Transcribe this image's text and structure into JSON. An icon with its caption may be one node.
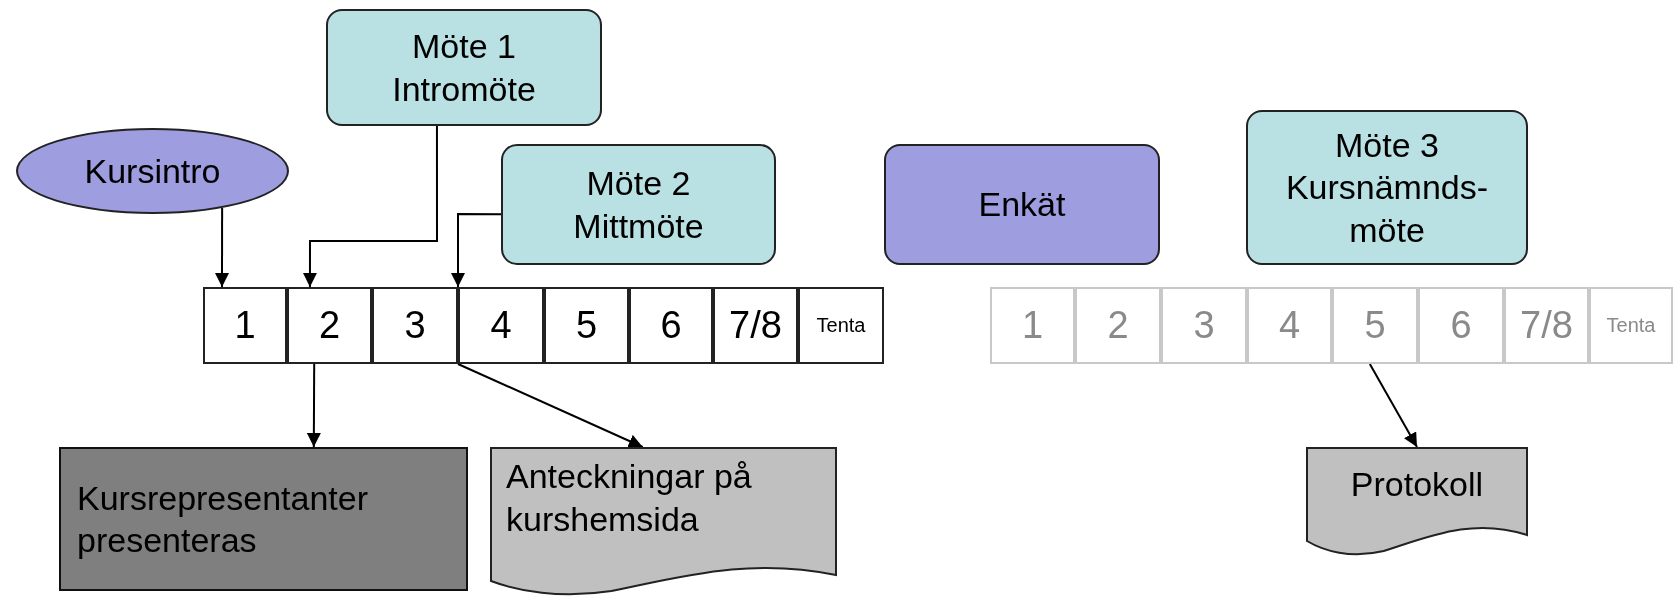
{
  "diagram": {
    "nodes": [
      {
        "text": [
          "Kursintro"
        ]
      },
      {
        "text": [
          "Möte 1 Intromöte"
        ]
      },
      {
        "text": [
          "Möte 2 Mittmöte"
        ]
      },
      {
        "text": [
          "Enkät"
        ]
      },
      {
        "text": [
          "Möte 3 Kursnämnds- möte"
        ]
      },
      {
        "text": [
          "1"
        ]
      },
      {
        "text": [
          "2"
        ]
      },
      {
        "text": [
          "3"
        ]
      },
      {
        "text": [
          "4"
        ]
      },
      {
        "text": [
          "5"
        ]
      },
      {
        "text": [
          "6"
        ]
      },
      {
        "text": [
          "7/8"
        ]
      },
      {
        "text": [
          "Tenta"
        ]
      },
      {
        "text": [
          "1"
        ]
      },
      {
        "text": [
          "2"
        ]
      },
      {
        "text": [
          "3"
        ]
      },
      {
        "text": [
          "4"
        ]
      },
      {
        "text": [
          "5"
        ]
      },
      {
        "text": [
          "6"
        ]
      },
      {
        "text": [
          "7/8"
        ]
      },
      {
        "text": [
          "Tenta"
        ]
      },
      {
        "text": [
          "Kursrepresentanter presenteras"
        ]
      },
      {
        "text": [
          "Anteckningar på kurshemsida"
        ]
      },
      {
        "text": [
          "Protokoll"
        ]
      }
    ],
    "edges": [
      {
        "from": 0,
        "to": 5,
        "arrow": "to"
      },
      {
        "from": 1,
        "to": 6,
        "arrow": "to"
      },
      {
        "from": 2,
        "to": 8,
        "arrow": "to"
      },
      {
        "from": 6,
        "to": 21,
        "arrow": "to"
      },
      {
        "from": 8,
        "to": 22,
        "arrow": "to"
      },
      {
        "from": 17,
        "to": 23,
        "arrow": "to"
      }
    ]
  }
}
